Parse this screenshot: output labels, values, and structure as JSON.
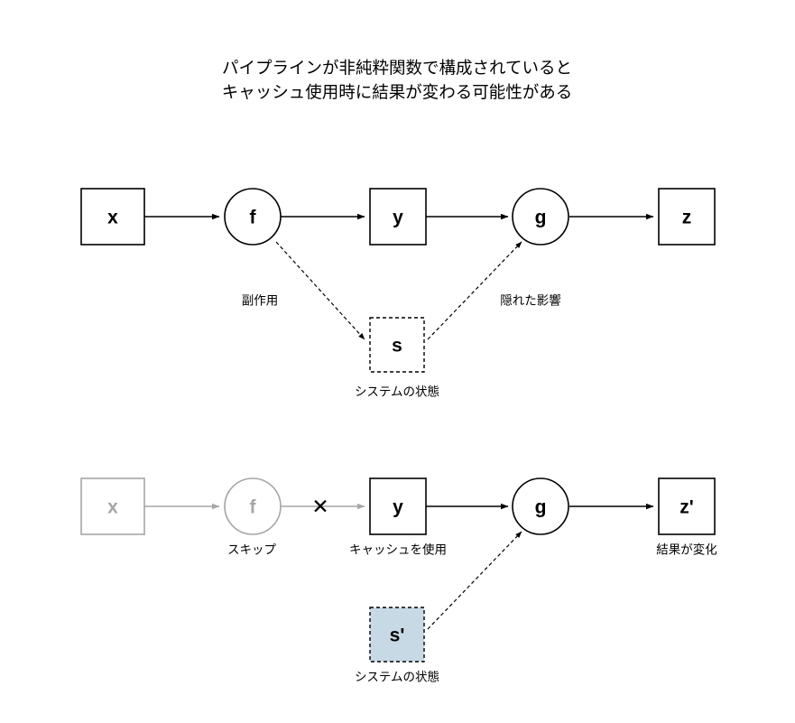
{
  "title": {
    "line1": "パイプラインが非純粋関数で構成されていると",
    "line2": "キャッシュ使用時に結果が変わる可能性がある"
  },
  "colors": {
    "ink": "#000000",
    "muted": "#a6a6a6",
    "highlight_fill": "#c8d9e6",
    "canvas": "#ffffff"
  },
  "rows": {
    "impure": {
      "nodes": {
        "x": "x",
        "f": "f",
        "y": "y",
        "g": "g",
        "z": "z",
        "s": "s"
      },
      "labels": {
        "side_effect": "副作用",
        "hidden_influence": "隠れた影響",
        "system_state": "システムの状態"
      }
    },
    "cached": {
      "nodes": {
        "x": "x",
        "f": "f",
        "y": "y",
        "g": "g",
        "z": "z'",
        "s": "s'"
      },
      "labels": {
        "skip": "スキップ",
        "use_cache": "キャッシュを使用",
        "result_changed": "結果が変化",
        "system_state": "システムの状態",
        "cut_mark": "✕"
      }
    }
  }
}
